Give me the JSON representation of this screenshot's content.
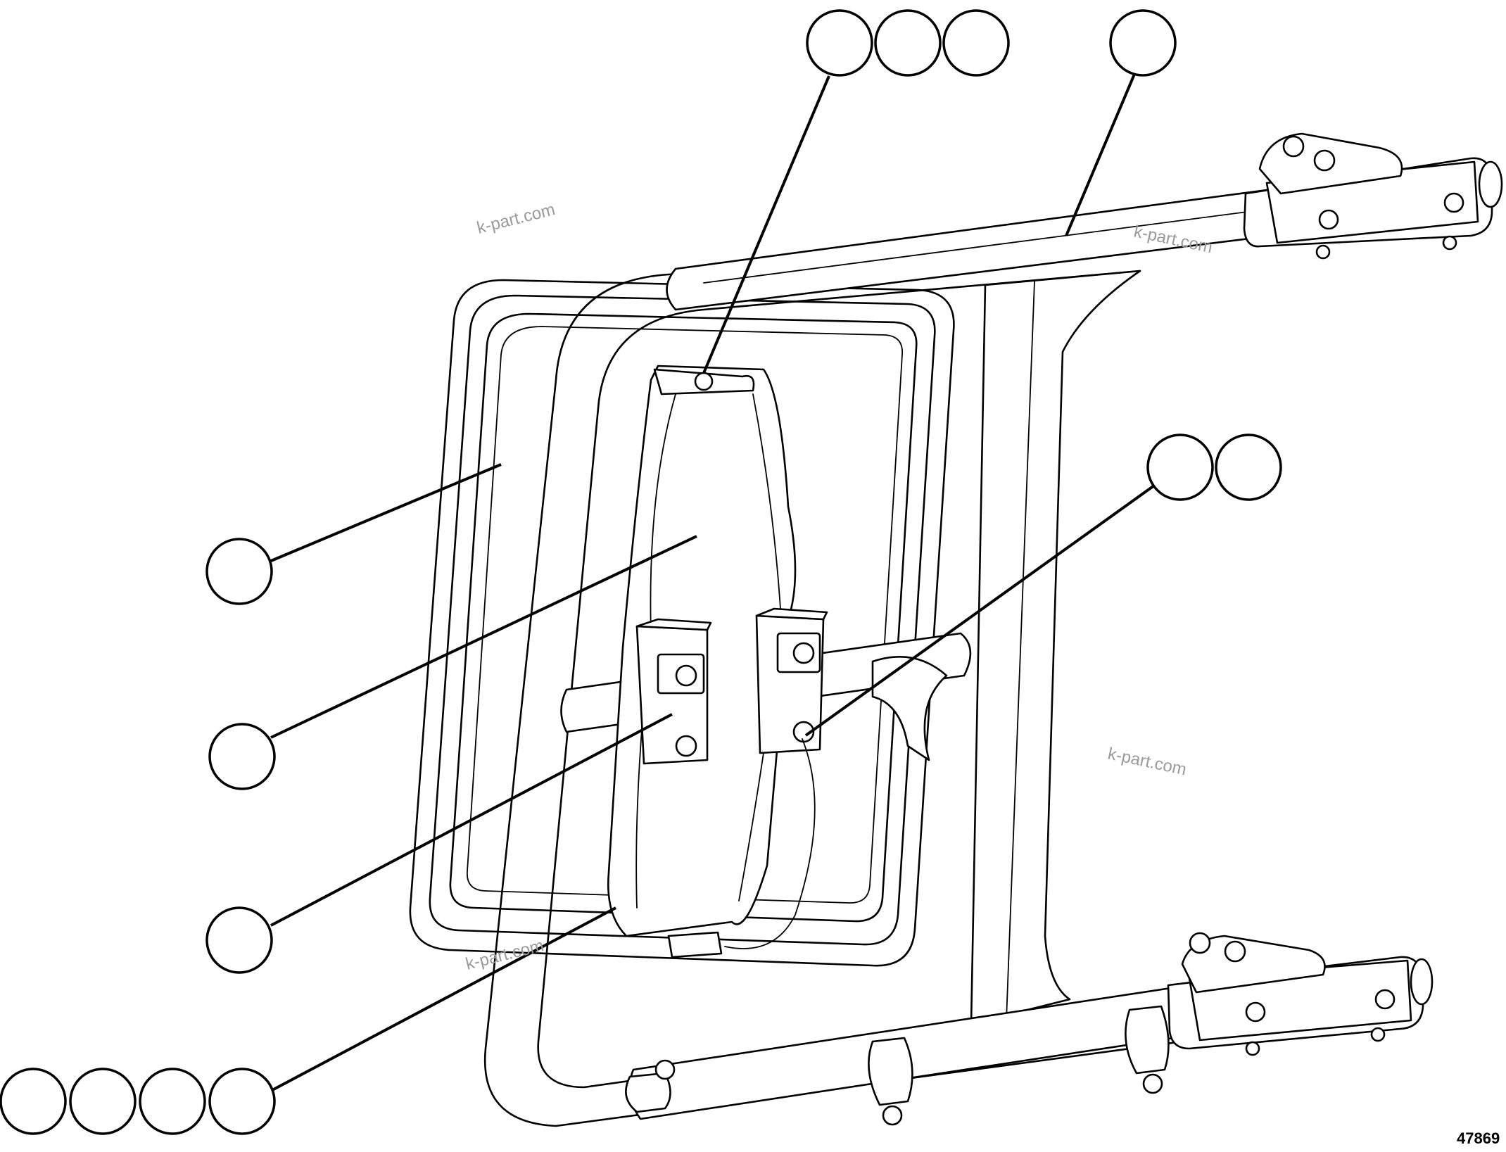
{
  "figure_number": "47869",
  "watermark_text": "k-part.com",
  "colors": {
    "line": "#000000",
    "background": "#ffffff",
    "watermark": "#9a9a9a"
  },
  "callout_groups": [
    {
      "id": "top-fasteners",
      "balloons": 3
    },
    {
      "id": "top-mount-arm",
      "balloons": 1
    },
    {
      "id": "clamp-nuts",
      "balloons": 2
    },
    {
      "id": "mirror-glass",
      "balloons": 1
    },
    {
      "id": "mirror-back-housing",
      "balloons": 1
    },
    {
      "id": "bracket-clamp",
      "balloons": 1
    },
    {
      "id": "lower-clip-hardware",
      "balloons": 4
    }
  ]
}
